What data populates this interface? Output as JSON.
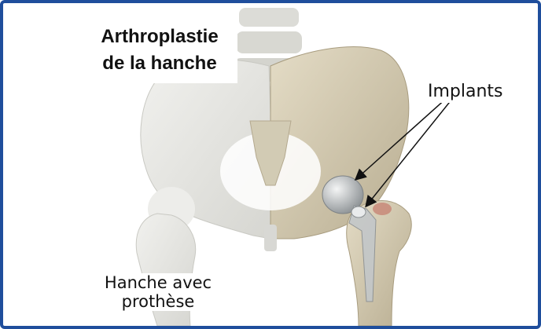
{
  "title": {
    "line1": "Arthroplastie",
    "line2": "de la hanche"
  },
  "labels": {
    "implants": "Implants",
    "left_hip_line1": "Hanche avec",
    "left_hip_line2": "prothèse"
  },
  "colors": {
    "frame_border": "#1f4e9c",
    "bone_natural": "#cfc6ad",
    "bone_faded": "#e6e6e2",
    "implant_metal": "#b8bcbe",
    "arrow": "#111111"
  }
}
